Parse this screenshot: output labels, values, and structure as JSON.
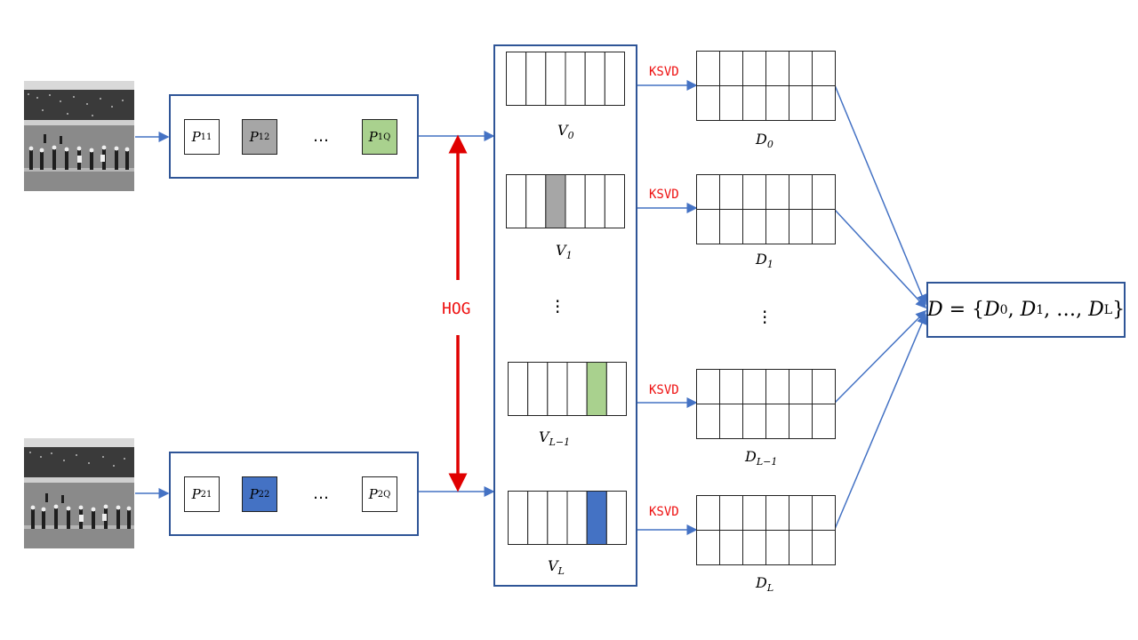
{
  "inputs": [
    {
      "patches": [
        {
          "base": "P",
          "sub": "11",
          "color": "#ffffff"
        },
        {
          "base": "P",
          "sub": "12",
          "color": "#a6a6a6"
        },
        {
          "base": "P",
          "sub": "1Q",
          "color": "#a9d18e"
        }
      ],
      "ellipsis": "…"
    },
    {
      "patches": [
        {
          "base": "P",
          "sub": "21",
          "color": "#ffffff"
        },
        {
          "base": "P",
          "sub": "22",
          "color": "#4472c4"
        },
        {
          "base": "P",
          "sub": "2Q",
          "color": "#ffffff"
        }
      ],
      "ellipsis": "…"
    }
  ],
  "hog_label": "HOG",
  "ksvd_label": "KSVD",
  "vectors": [
    {
      "base": "V",
      "sub": "0",
      "highlight_col": null,
      "highlight_color": null
    },
    {
      "base": "V",
      "sub": "1",
      "highlight_col": 2,
      "highlight_color": "#a6a6a6"
    },
    {
      "base": "V",
      "sub": "L−1",
      "highlight_col": 4,
      "highlight_color": "#a9d18e"
    },
    {
      "base": "V",
      "sub": "L",
      "highlight_col": 4,
      "highlight_color": "#4472c4"
    }
  ],
  "dictionaries": [
    {
      "base": "D",
      "sub": "0"
    },
    {
      "base": "D",
      "sub": "1"
    },
    {
      "base": "D",
      "sub": "L−1"
    },
    {
      "base": "D",
      "sub": "L"
    }
  ],
  "result": {
    "lhs": "D",
    "eq": "=",
    "open": "{",
    "items": [
      {
        "base": "D",
        "sub": "0"
      },
      {
        "base": "D",
        "sub": "1"
      },
      {
        "base": "D",
        "sub": "L"
      }
    ],
    "dots": "…",
    "close": "}"
  },
  "colors": {
    "arrow": "#4472c4",
    "border": "#2f5597",
    "hog_arrow": "#e00000",
    "ksvd_text": "#e11111"
  }
}
